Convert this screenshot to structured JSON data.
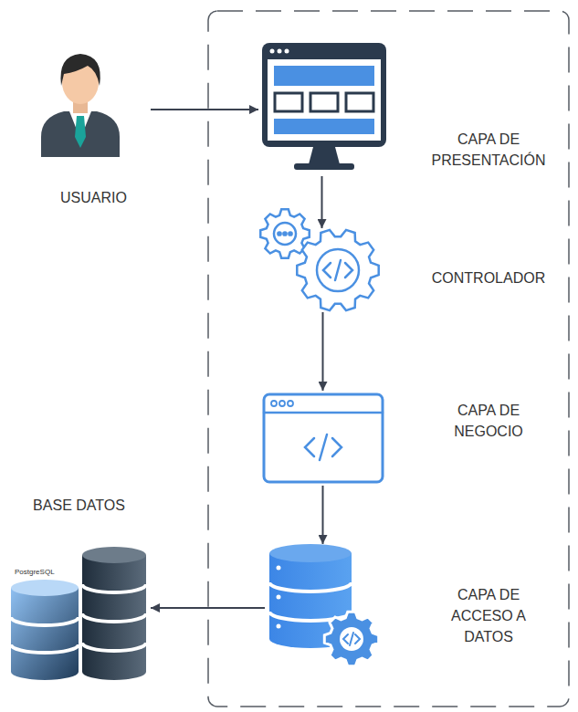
{
  "diagram": {
    "nodes": [
      {
        "text": [
          "USUARIO"
        ]
      },
      {
        "text": [
          "CAPA DE PRESENTACIÓN"
        ]
      },
      {
        "text": [
          "CONTROLADOR"
        ]
      },
      {
        "text": [
          "CAPA DE NEGOCIO"
        ]
      },
      {
        "text": [
          "CAPA DE ACCESO A DATOS"
        ]
      },
      {
        "text": [
          "BASE DATOS"
        ]
      }
    ],
    "edges": [
      {
        "from": 0,
        "to": 1,
        "arrow": "to"
      },
      {
        "from": 1,
        "to": 2,
        "arrow": "to"
      },
      {
        "from": 2,
        "to": 3,
        "arrow": "to"
      },
      {
        "from": 3,
        "to": 4,
        "arrow": "to"
      },
      {
        "from": 4,
        "to": 5,
        "arrow": "to"
      }
    ],
    "labels": [
      "PostgreSQL"
    ]
  }
}
